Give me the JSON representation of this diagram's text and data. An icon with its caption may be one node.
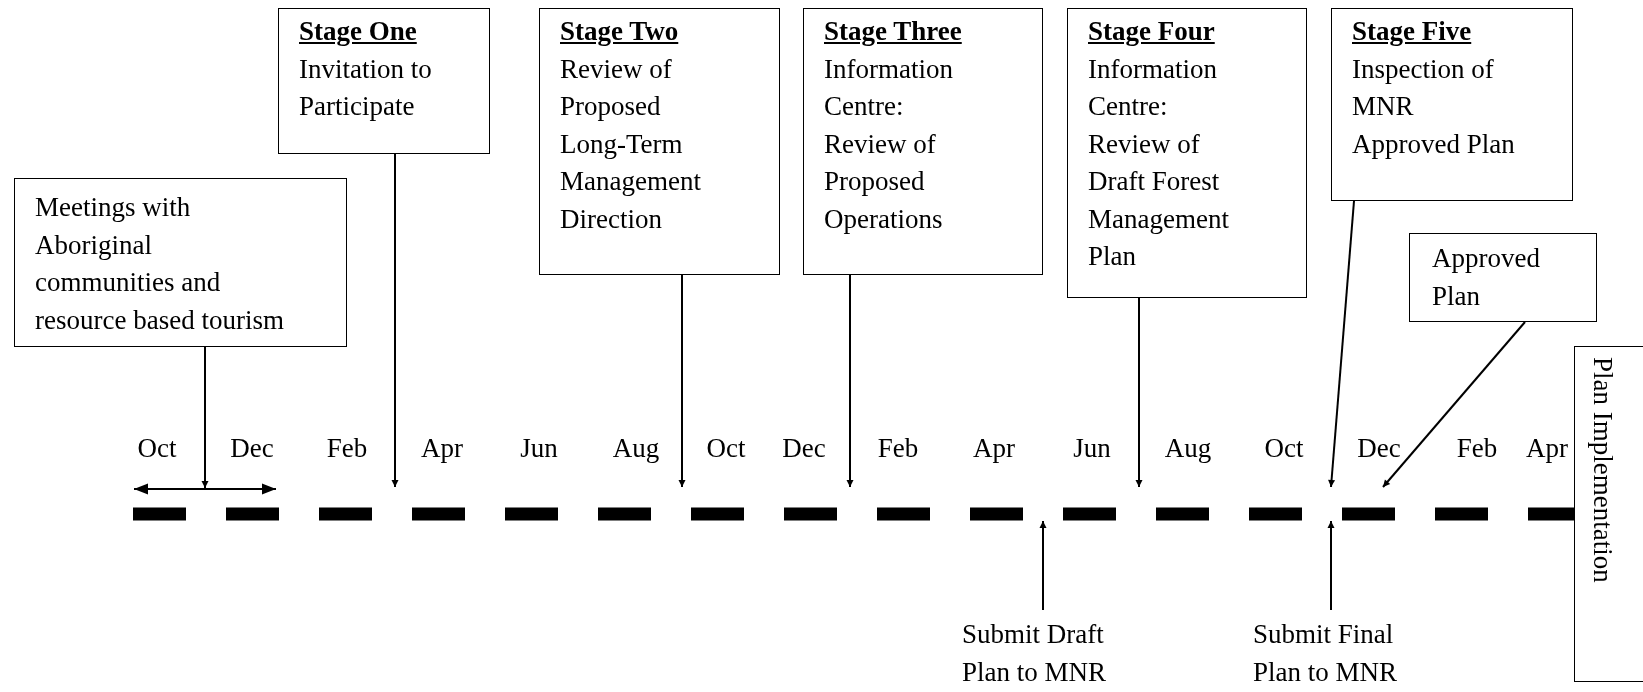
{
  "diagram": {
    "nodes": [
      {
        "text": [
          "Stage One",
          "Invitation to Participate"
        ]
      },
      {
        "text": [
          "Stage Two",
          "Review of Proposed Long-Term Management Direction"
        ]
      },
      {
        "text": [
          "Stage Three",
          "Information Centre: Review of Proposed Operations"
        ]
      },
      {
        "text": [
          "Stage Four",
          "Information Centre: Review of Draft Forest Management Plan"
        ]
      },
      {
        "text": [
          "Stage Five",
          "Inspection of MNR Approved Plan"
        ]
      },
      {
        "text": [
          "Meetings with Aboriginal communities and resource based tourism"
        ]
      },
      {
        "text": [
          "Approved Plan"
        ]
      },
      {
        "text": [
          "Plan Implementation"
        ]
      },
      {
        "text": [
          "Submit Draft Plan to MNR"
        ]
      },
      {
        "text": [
          "Submit Final Plan to MNR"
        ]
      }
    ],
    "edges": [
      {
        "from": 0,
        "to": null,
        "arrow": "to"
      },
      {
        "from": 1,
        "to": null,
        "arrow": "to"
      },
      {
        "from": 2,
        "to": null,
        "arrow": "to"
      },
      {
        "from": 3,
        "to": null,
        "arrow": "to"
      },
      {
        "from": 4,
        "to": null,
        "arrow": "to"
      },
      {
        "from": 5,
        "to": null,
        "arrow": "to"
      },
      {
        "from": 6,
        "to": null,
        "arrow": "to"
      },
      {
        "from": 8,
        "to": null,
        "arrow": "to"
      },
      {
        "from": 9,
        "to": null,
        "arrow": "to"
      }
    ],
    "labels": [
      "Oct",
      "Dec",
      "Feb",
      "Apr",
      "Jun",
      "Aug",
      "Oct",
      "Dec",
      "Feb",
      "Apr",
      "Jun",
      "Aug",
      "Oct",
      "Dec",
      "Feb",
      "Apr"
    ]
  }
}
